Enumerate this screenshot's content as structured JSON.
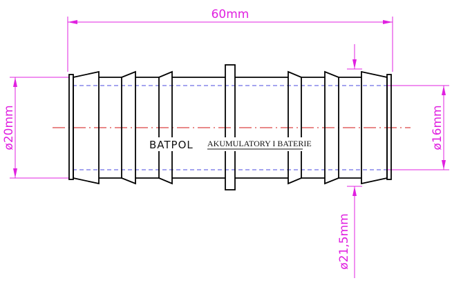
{
  "dimensions": {
    "overall_length": "60mm",
    "outer_diameter_left": "ø20mm",
    "inner_diameter_right": "ø16mm",
    "collar_diameter": "ø21,5mm"
  },
  "watermark": {
    "brand": "BATPOL",
    "subtitle": "AKUMULATORY I BATERIE"
  },
  "colors": {
    "dimension": "#e020e0",
    "outline": "#000000",
    "hidden": "#4a4adf",
    "center": "#d01010"
  }
}
